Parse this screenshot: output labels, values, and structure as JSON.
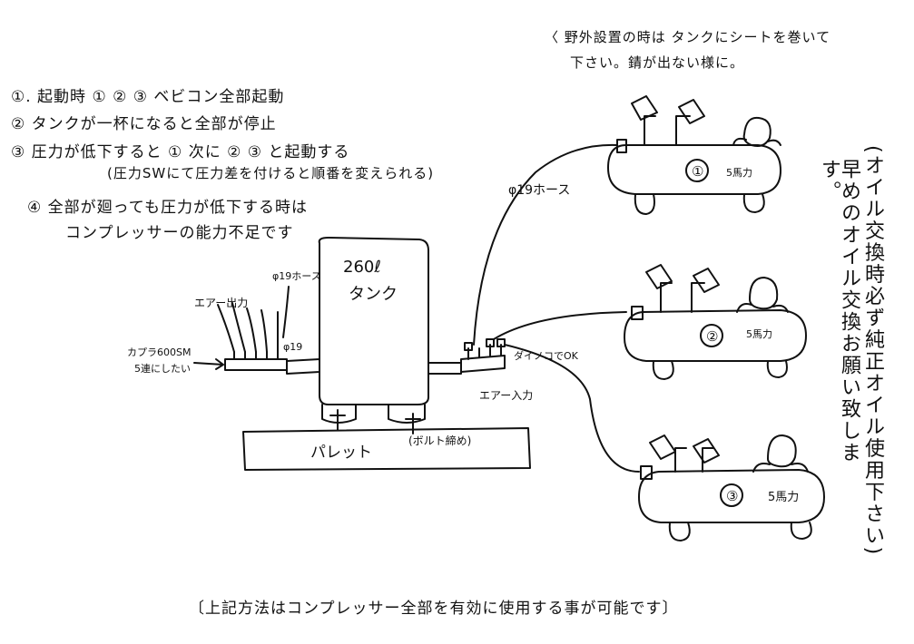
{
  "notes": {
    "top_note_line1": "〈 野外設置の時は タンクにシートを巻いて",
    "top_note_line2": "下さい。錆が出ない様に。",
    "item1": "①. 起動時 ① ② ③ ベビコン全部起動",
    "item2": "② タンクが一杯になると全部が停止",
    "item3": "③ 圧力が低下すると ① 次に ② ③ と起動する",
    "item3_sub": "(圧力SWにて圧力差を付けると順番を変えられる)",
    "item4_line1": "④ 全部が廻っても圧力が低下する時は",
    "item4_line2": "コンプレッサーの能力不足です",
    "vertical_right": "(オイル交換時必ず純正オイル使用下さい)",
    "vertical_left": "早めのオイル交換お願い致します。",
    "bottom_note": "〔上記方法はコンプレッサー全部を有効に使用する事が可能です〕"
  },
  "tank": {
    "capacity": "260ℓ",
    "label": "タンク"
  },
  "pallet": {
    "label": "パレット",
    "bolt_note": "(ボルト締め)"
  },
  "labels": {
    "hose_phi19_top": "φ19ホース",
    "hose_phi19_left": "φ19ホース",
    "phi19": "φ19",
    "air_output": "エアー出力",
    "coupler": "カプラ600SM",
    "coupler_note": "5連にしたい",
    "air_input": "エアー入力",
    "tsunagi": "ダイノコでOK"
  },
  "compressors": [
    {
      "number": "①",
      "power": "5馬力"
    },
    {
      "number": "②",
      "power": "5馬力"
    },
    {
      "number": "③",
      "power": "5馬力"
    }
  ]
}
